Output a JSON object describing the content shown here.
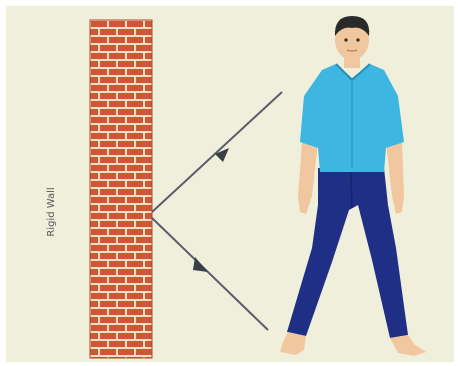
{
  "wall": {
    "label": "Rigid Wall"
  },
  "colors": {
    "background": "#efefdc",
    "brick": "#cc5733",
    "mortar": "#f4dcc8",
    "shirt": "#3eb6e2",
    "trousers": "#1f2f86",
    "skin": "#f1c7a0",
    "hair": "#2a2a2a",
    "sound-ray": "#5a5e6a"
  },
  "rays": {
    "direction_incident": "toward-wall",
    "direction_reflected": "toward-person"
  }
}
